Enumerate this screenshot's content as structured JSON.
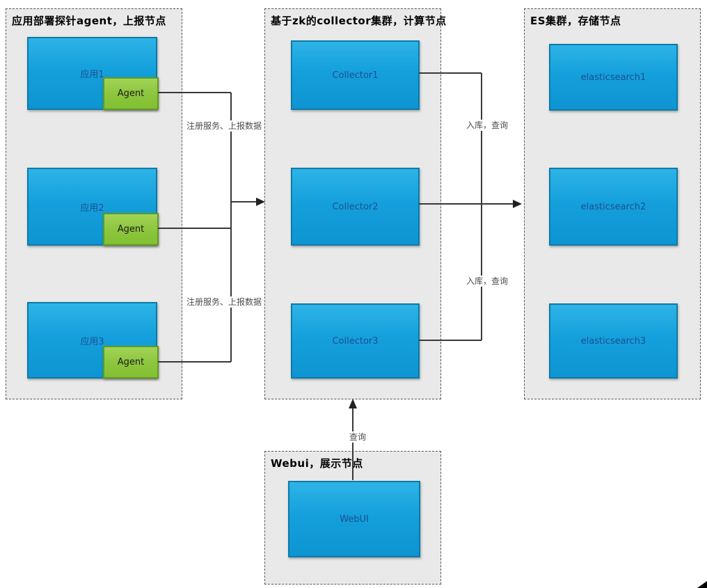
{
  "diagram": {
    "clusters": {
      "agents": {
        "title": "应用部署探针agent，上报节点",
        "apps": [
          {
            "label": "应用1",
            "agent": "Agent"
          },
          {
            "label": "应用2",
            "agent": "Agent"
          },
          {
            "label": "应用3",
            "agent": "Agent"
          }
        ]
      },
      "collectors": {
        "title": "基于zk的collector集群，计算节点",
        "nodes": [
          {
            "label": "Collector1"
          },
          {
            "label": "Collector2"
          },
          {
            "label": "Collector3"
          }
        ]
      },
      "es": {
        "title": "ES集群，存储节点",
        "nodes": [
          {
            "label": "elasticsearch1"
          },
          {
            "label": "elasticsearch2"
          },
          {
            "label": "elasticsearch3"
          }
        ]
      },
      "webui": {
        "title": "Webui，展示节点",
        "nodes": [
          {
            "label": "WebUI"
          }
        ]
      }
    },
    "edge_labels": {
      "register_report_top": "注册服务、上报数据",
      "register_report_bottom": "注册服务、上报数据",
      "store_query_top": "入库，查询",
      "store_query_bottom": "入库，查询",
      "webui_query": "查询"
    },
    "colors": {
      "node_fill": "#14a0dc",
      "node_border": "#0c7ba8",
      "node_label": "#1d4f91",
      "agent_fill": "#8dc63f",
      "agent_border": "#5d9c21",
      "cluster_bg": "#e9e9e9",
      "cluster_border": "#5a5a5a",
      "connector": "#383838"
    }
  }
}
